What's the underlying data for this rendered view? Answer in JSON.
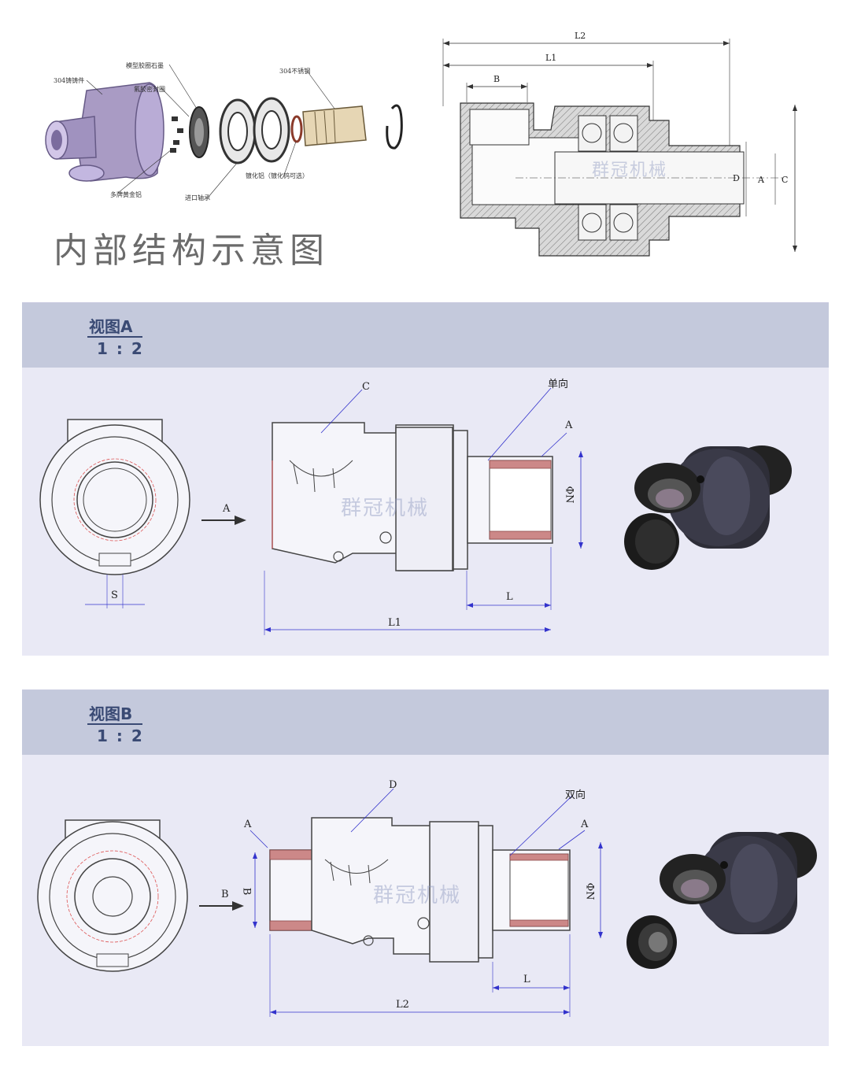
{
  "header": {
    "title": "内部结构示意图",
    "watermark": "群冠机械"
  },
  "exploded": {
    "labels": {
      "housing": "304铸铸件",
      "seal_ring": "模型胶圈石墨",
      "fluor_seal": "氟胶密封圈",
      "shaft": "304不锈钢",
      "screws": "多牌黄金铝",
      "bearing": "进口轴承",
      "retainer": "镀化铝（镀化钨可选）"
    }
  },
  "section_drawing": {
    "dims": {
      "l2": "L2",
      "l1": "L1",
      "b": "B",
      "d": "D",
      "a": "A",
      "c": "C"
    }
  },
  "view_a": {
    "title": "视图A",
    "scale": "1 : 2",
    "labels": {
      "c": "C",
      "single": "单向",
      "a": "A",
      "n": "ΦN",
      "s": "S",
      "l": "L",
      "l1": "L1",
      "arrow": "A"
    }
  },
  "view_b": {
    "title": "视图B",
    "scale": "1 : 2",
    "labels": {
      "d": "D",
      "double": "双向",
      "a_left": "A",
      "a_right": "A",
      "b": "B",
      "n": "ΦN",
      "l": "L",
      "l2": "L2",
      "arrow": "B"
    }
  }
}
